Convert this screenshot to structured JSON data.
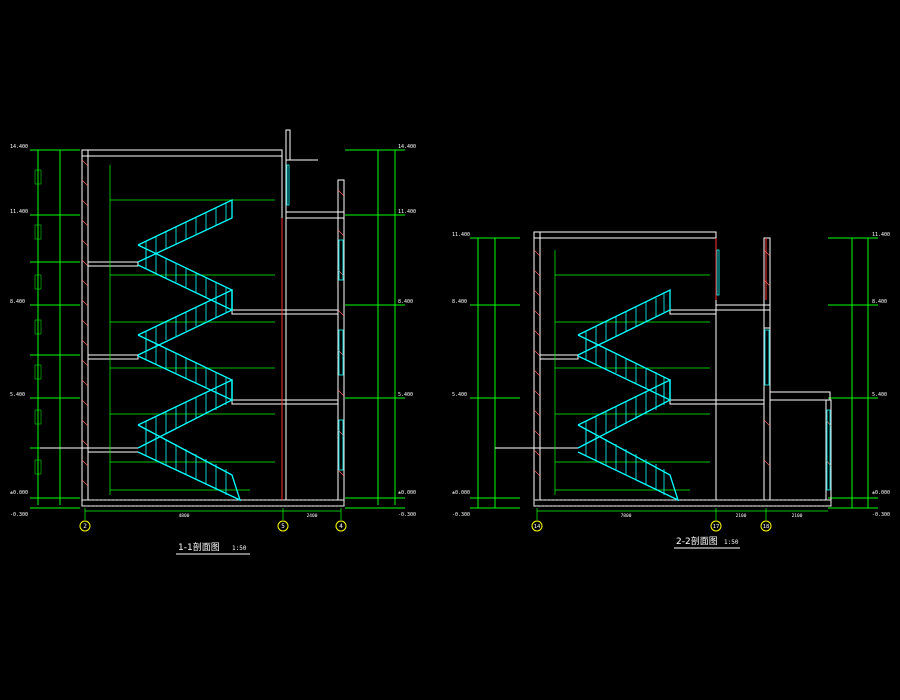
{
  "colors": {
    "background": "#000000",
    "wall": "#ffffff",
    "dimension": "#00ff00",
    "stair": "#00ffff",
    "accent": "#ff0000"
  },
  "sections": [
    {
      "title": "1-1剖面图",
      "scale": "1:50",
      "axes": [
        "2",
        "5",
        "4"
      ],
      "axis_spacings": [
        "4800",
        "2400"
      ],
      "left_elevations": [
        "14.400",
        "11.400",
        "8.400",
        "5.400",
        "±0.000",
        "-0.300"
      ],
      "right_elevations": [
        "14.400",
        "11.400",
        "8.400",
        "5.400",
        "±0.000",
        "-0.300"
      ]
    },
    {
      "title": "2-2剖面图",
      "scale": "1:50",
      "axes": [
        "14",
        "17",
        "18"
      ],
      "axis_spacings": [
        "7800",
        "2100",
        "2100"
      ],
      "left_elevations": [
        "11.400",
        "8.400",
        "5.400",
        "±0.000",
        "-0.300"
      ],
      "right_elevations": [
        "11.400",
        "8.400",
        "5.400",
        "±0.000",
        "-0.300"
      ]
    }
  ]
}
